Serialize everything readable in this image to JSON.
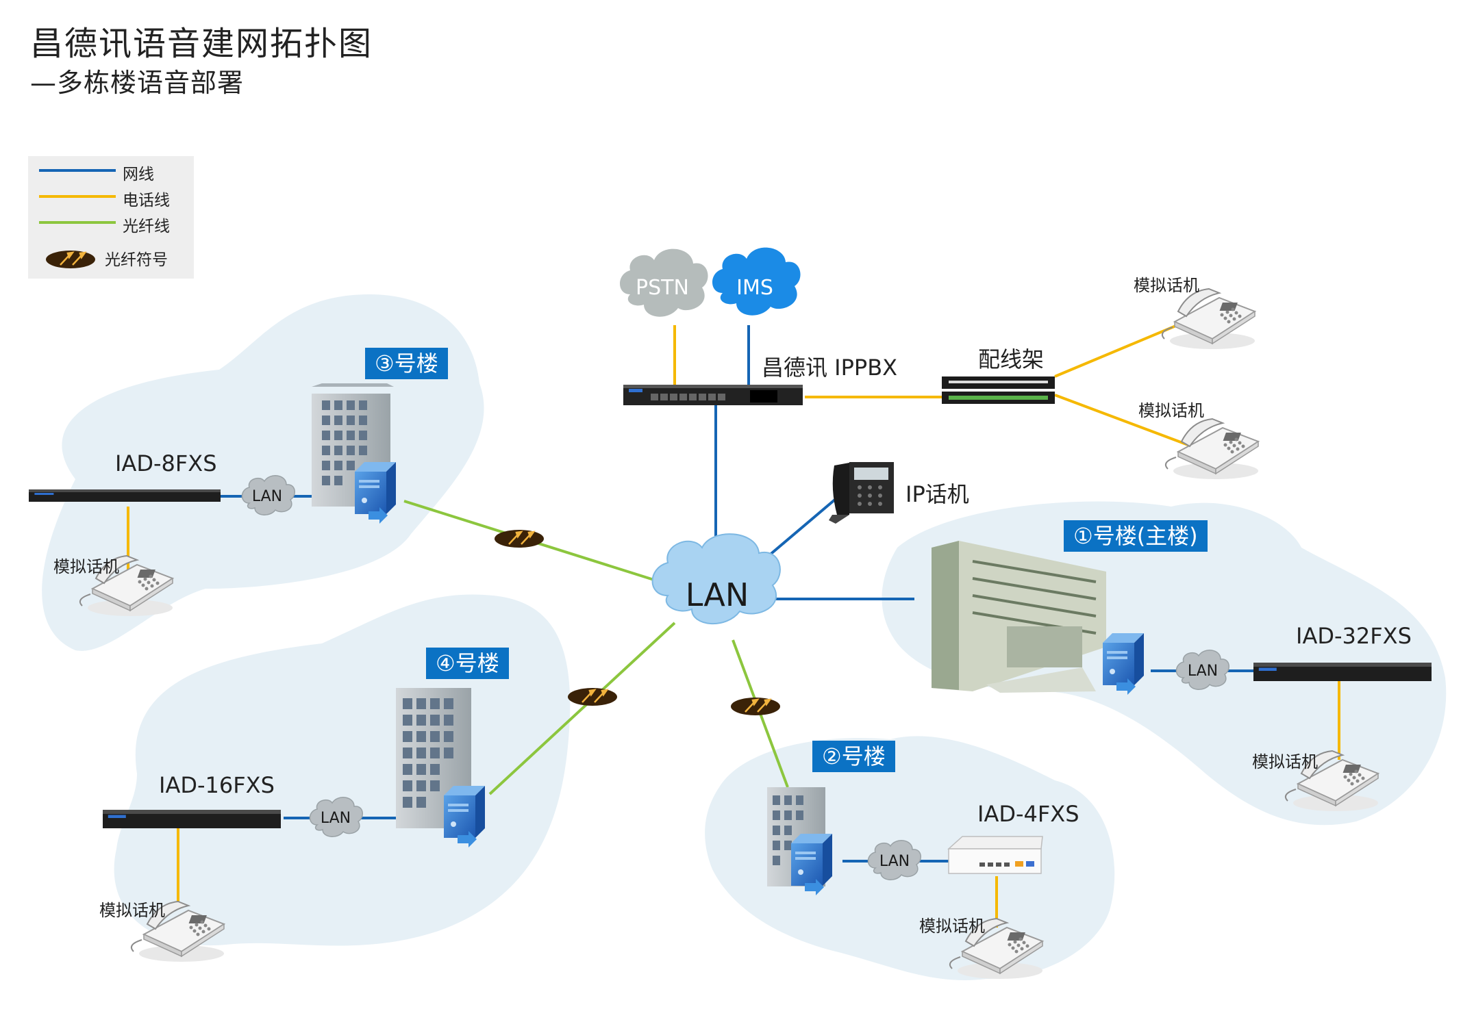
{
  "title": "昌德讯语音建网拓扑图",
  "subtitle": "—多栋楼语音部署",
  "legend": {
    "network": "网线",
    "phone": "电话线",
    "fiber": "光纤线",
    "fiber_symbol": "光纤符号"
  },
  "colors": {
    "network_line": "#1565b4",
    "phone_line": "#f5b800",
    "fiber_line": "#8cc63e",
    "building_badge": "#0b72c4",
    "region_bg": "#e6f0f6"
  },
  "clouds": {
    "pstn": "PSTN",
    "ims": "IMS",
    "lan_core": "LAN",
    "lan_b3": "LAN",
    "lan_b4": "LAN",
    "lan_b1": "LAN",
    "lan_b2": "LAN"
  },
  "devices": {
    "ippbx": "昌德讯 IPPBX",
    "patch_panel": "配线架",
    "ip_phone": "IP话机",
    "iad_8": "IAD-8FXS",
    "iad_16": "IAD-16FXS",
    "iad_32": "IAD-32FXS",
    "iad_4": "IAD-4FXS"
  },
  "buildings": {
    "b1": "①号楼(主楼)",
    "b2": "②号楼",
    "b3": "③号楼",
    "b4": "④号楼"
  },
  "phones": {
    "p_top1": "模拟话机",
    "p_top2": "模拟话机",
    "p_b3": "模拟话机",
    "p_b4": "模拟话机",
    "p_b1": "模拟话机",
    "p_b2": "模拟话机"
  }
}
